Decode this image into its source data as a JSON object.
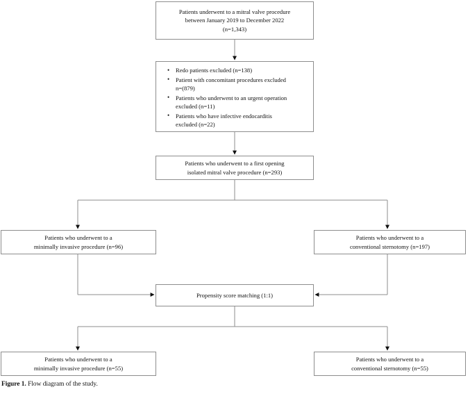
{
  "figure": {
    "caption_label": "Figure 1.",
    "caption_text": "Flow diagram of the study.",
    "line_color": "#8d8d8d",
    "arrow_color": "#111111",
    "background": "#ffffff"
  },
  "nodes": {
    "enrollment": {
      "text": "Patients underwent to a mitral valve procedure\nbetween January 2019 to December 2022\n(n=1,343)"
    },
    "exclusions": {
      "items": [
        "Redo patients excluded (n=138)",
        "Patient with concomitant procedures excluded\nn=(879)",
        "Patients who underwent to an urgent operation\nexcluded (n=11)",
        "Patients who have infective endocarditis\nexcluded (n=22)"
      ]
    },
    "eligible": {
      "text": "Patients who underwent to a first opening\nisolated mitral valve procedure (n=293)"
    },
    "minimally_invasive_pre": {
      "text": "Patients who underwent to a\nminimally invasive procedure (n=96)"
    },
    "sternotomy_pre": {
      "text": "Patients who underwent to a\nconventional sternotomy (n=197)"
    },
    "matching": {
      "text": "Propensity score matching (1:1)"
    },
    "minimally_invasive_post": {
      "text": "Patients who underwent to a\nminimally invasive procedure (n=55)"
    },
    "sternotomy_post": {
      "text": "Patients who underwent to a\nconventional sternotomy (n=55)"
    }
  }
}
